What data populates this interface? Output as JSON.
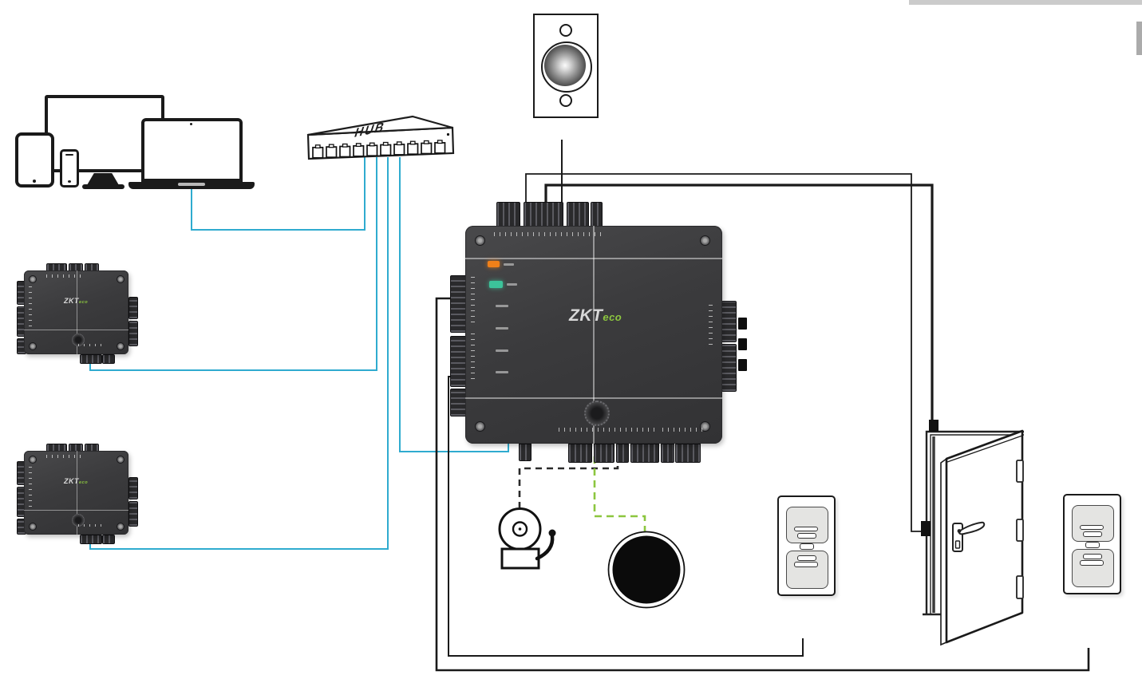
{
  "diagram": {
    "hub": {
      "label": "HUB",
      "port_count": 10
    },
    "main_panel": {
      "brand": "ZKT",
      "brand_suffix": "eco"
    },
    "controller_top": {
      "brand": "ZKT",
      "brand_suffix": "eco"
    },
    "controller_bottom": {
      "brand": "ZKT",
      "brand_suffix": "eco"
    },
    "colors": {
      "network_wire": "#2FABCF",
      "signal_wire_green": "#8CC63F",
      "wire_black": "#1a1a1a",
      "panel_body": "#3b3b3d",
      "led_power_orange": "#F08019",
      "led_run_green": "#3CC39A",
      "brand_green": "#8CC63F"
    }
  }
}
